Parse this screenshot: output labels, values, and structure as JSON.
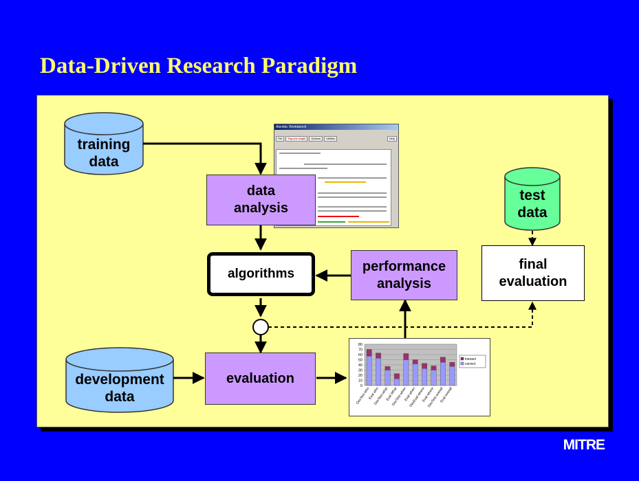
{
  "slide": {
    "title": "Data-Driven Research Paradigm",
    "logo": "MITRE",
    "colors": {
      "background": "#0000ff",
      "panel": "#ffff99",
      "process_box": "#cc99ff",
      "cylinder_blue": "#99ccff",
      "cylinder_green": "#66ff99",
      "title": "#ffff66"
    }
  },
  "nodes": {
    "training_data": "training\ndata",
    "data_analysis": "data\nanalysis",
    "algorithms": "algorithms",
    "performance_analysis": "performance\nanalysis",
    "test_data": "test\ndata",
    "final_evaluation": "final\nevaluation",
    "development_data": "development\ndata",
    "evaluation": "evaluation"
  },
  "screenshot_window": {
    "title": "Alembic Workbench",
    "tabs": [
      "File",
      "Tag one single",
      "Options",
      "Utilities",
      "Help"
    ]
  },
  "chart_data": {
    "type": "bar",
    "stacked": true,
    "categories": [
      "DevTest who",
      "Eval who",
      "DevTest what",
      "Eval What",
      "DevTest when",
      "Eval when",
      "DevEval where",
      "Eval where",
      "DevTest overall",
      "Eval overall"
    ],
    "series": [
      {
        "name": "correct",
        "values": [
          57,
          53,
          30,
          13,
          50,
          42,
          33,
          30,
          45,
          37
        ],
        "color": "#9999ff"
      },
      {
        "name": "inexact",
        "values": [
          13,
          10,
          7,
          10,
          12,
          8,
          10,
          8,
          10,
          8
        ],
        "color": "#993366"
      }
    ],
    "ylim": [
      0,
      80
    ],
    "yticks": [
      0,
      10,
      20,
      30,
      40,
      50,
      60,
      70,
      80
    ],
    "legend": "right"
  }
}
